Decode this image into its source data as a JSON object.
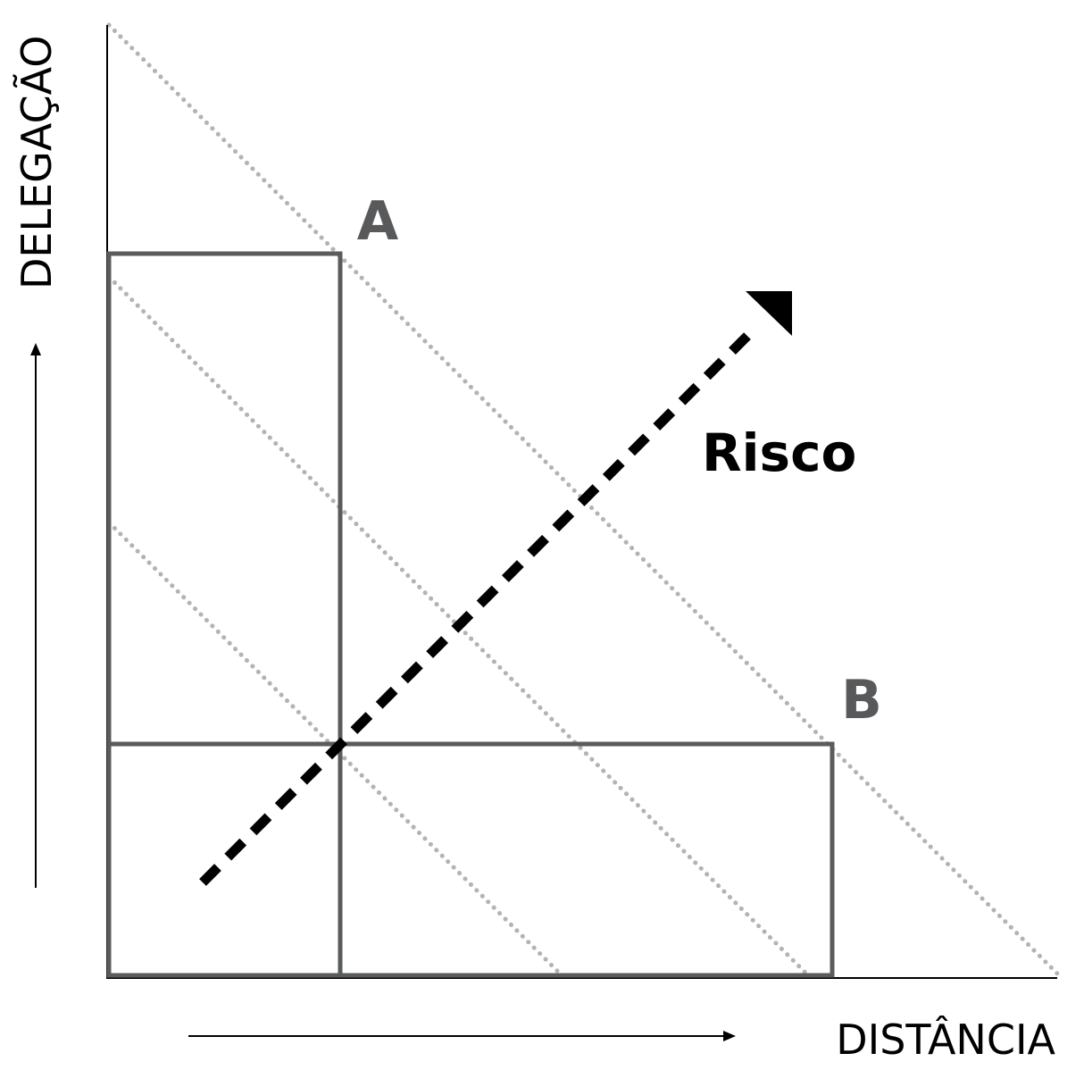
{
  "labels": {
    "y_axis": "DELEGAÇÃO",
    "x_axis": "DISTÂNCIA",
    "point_a": "A",
    "point_b": "B",
    "risk": "Risco"
  },
  "colors": {
    "frame": "#5a5b5d",
    "axis": "#000000",
    "dotted": "#b3b3b3",
    "risk_arrow": "#000000",
    "text": "#000000",
    "corner_label": "#58595b"
  }
}
